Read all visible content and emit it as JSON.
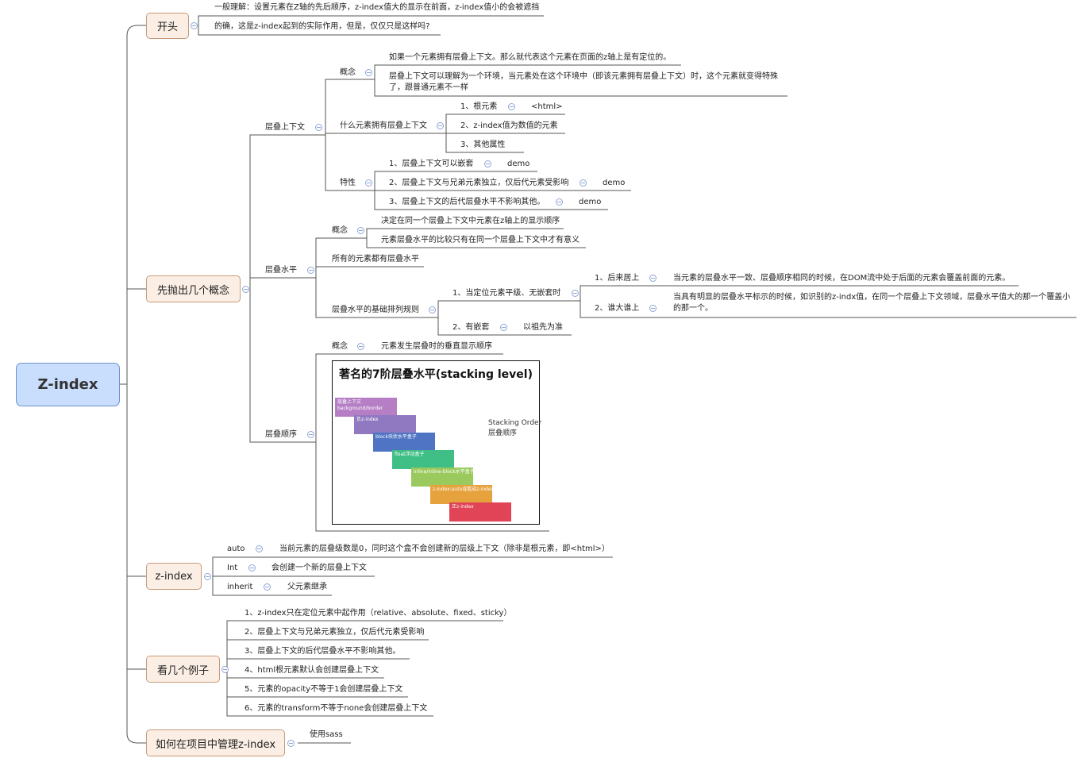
{
  "root": "Z-index",
  "sections": {
    "opening": {
      "title": "开头",
      "items": [
        "一般理解：设置元素在Z轴的先后顺序，z-index值大的显示在前面，z-index值小的会被遮挡",
        "的确，这是z-index起到的实际作用，但是，仅仅只是这样吗?"
      ]
    },
    "concepts": {
      "title": "先抛出几个概念",
      "stacking_context": {
        "title": "层叠上下文",
        "concept_label": "概念",
        "concept_items": [
          "如果一个元素拥有层叠上下文。那么就代表这个元素在页面的z轴上是有定位的。",
          "层叠上下文可以理解为一个环境，当元素处在这个环境中（即该元素拥有层叠上下文）时，这个元素就变得特殊了，跟普通元素不一样"
        ],
        "which_label": "什么元素拥有层叠上下文",
        "which_items": [
          "1、根元素",
          "2、z-index值为数值的元素",
          "3、其他属性"
        ],
        "root_tag": "<html>",
        "feature_label": "特性",
        "feature_items": [
          "1、层叠上下文可以嵌套",
          "2、层叠上下文与兄弟元素独立，仅后代元素受影响",
          "3、层叠上下文的后代层叠水平不影响其他。"
        ],
        "demo_label": "demo"
      },
      "stacking_level": {
        "title": "层叠水平",
        "concept_label": "概念",
        "concept_items": [
          "决定在同一个层叠上下文中元素在z轴上的显示顺序",
          "元素层叠水平的比较只有在同一个层叠上下文中才有意义"
        ],
        "all_have": "所有的元素都有层叠水平",
        "rules_label": "层叠水平的基础排列规则",
        "rule1": "1、当定位元素平级、无嵌套时",
        "rule1a": "1、后来居上",
        "rule1a_desc": "当元素的层叠水平一致、层叠顺序相同的时候，在DOM流中处于后面的元素会覆盖前面的元素。",
        "rule1b": "2、谁大谁上",
        "rule1b_desc": "当具有明显的层叠水平标示的时候，如识别的z-indx值，在同一个层叠上下文领域，层叠水平值大的那一个覆盖小的那一个。",
        "rule2": "2、有嵌套",
        "rule2_desc": "以祖先为准"
      },
      "stacking_order": {
        "title": "层叠顺序",
        "concept_label": "概念",
        "concept_desc": "元素发生层叠时的垂直显示顺序",
        "image_title": "著名的7阶层叠水平(stacking level)",
        "image_legend_en": "Stacking Order",
        "image_legend_cn": "层叠顺序",
        "image_blocks": [
          {
            "label": "层叠上下文\nbackground/border",
            "color": "#b57ec5"
          },
          {
            "label": "负z-index",
            "color": "#9179c2"
          },
          {
            "label": "block块状水平盒子",
            "color": "#4f74c4"
          },
          {
            "label": "float浮动盒子",
            "color": "#3fbf86"
          },
          {
            "label": "inline/inline-block水平盒子",
            "color": "#9ac95e"
          },
          {
            "label": "z-index:auto或看成z-index:0",
            "color": "#e6a23c"
          },
          {
            "label": "正z-index",
            "color": "#e04456"
          }
        ]
      }
    },
    "zindex": {
      "title": "z-index",
      "items": [
        {
          "key": "auto",
          "desc": "当前元素的层叠级数是0，同时这个盒不会创建新的层级上下文（除非是根元素，即<html>）"
        },
        {
          "key": "Int",
          "desc": "会创建一个新的层叠上下文"
        },
        {
          "key": "inherit",
          "desc": "父元素继承"
        }
      ]
    },
    "examples": {
      "title": "看几个例子",
      "items": [
        "1、z-index只在定位元素中起作用（relative、absolute、fixed、sticky）",
        "2、层叠上下文与兄弟元素独立，仅后代元素受影响",
        "3、层叠上下文的后代层叠水平不影响其他。",
        "4、html根元素默认会创建层叠上下文",
        "5、元素的opacity不等于1会创建层叠上下文",
        "6、元素的transform不等于none会创建层叠上下文"
      ]
    },
    "manage": {
      "title": "如何在项目中管理z-index",
      "item": "使用sass"
    }
  },
  "colors": {
    "root_fill": "#c9ddfc",
    "topic_fill": "#fbeee4",
    "topic_border": "#c79a78",
    "line": "#555555"
  }
}
